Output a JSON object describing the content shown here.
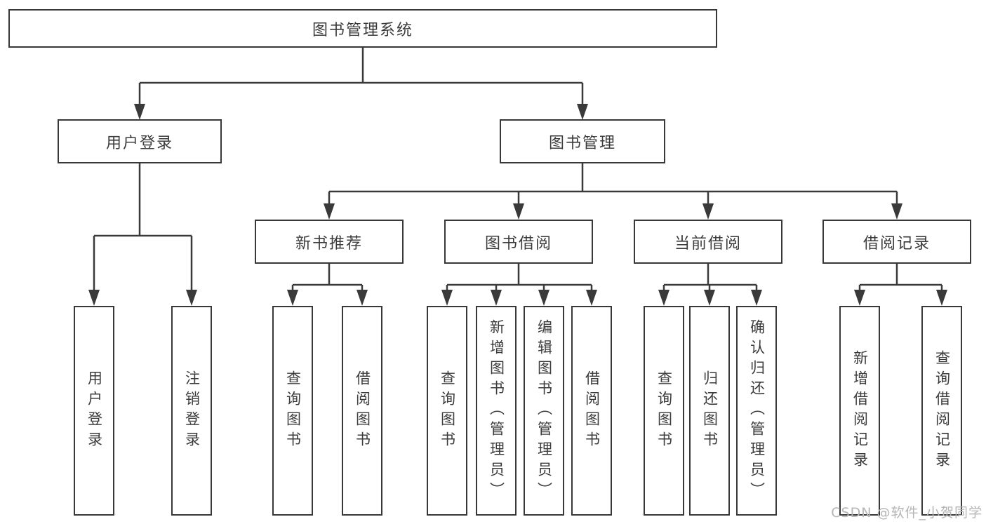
{
  "diagram": {
    "title": "图书管理系统",
    "type": "functional-structure-tree"
  },
  "nodes": {
    "root": "图书管理系统",
    "user_login": "用户登录",
    "book_mgmt": "图书管理",
    "new_book_rec": "新书推荐",
    "book_borrow": "图书借阅",
    "current_borrow": "当前借阅",
    "borrow_records": "借阅记录",
    "ul_login": "用户登录",
    "ul_logout": "注销登录",
    "nb_query": "查询图书",
    "nb_borrow": "借阅图书",
    "bb_query": "查询图书",
    "bb_add": "新增图书（管理员）",
    "bb_edit": "编辑图书（管理员）",
    "bb_borrow": "借阅图书",
    "cb_query": "查询图书",
    "cb_return": "归还图书",
    "cb_confirm": "确认归还（管理员）",
    "br_add": "新增借阅记录",
    "br_query": "查询借阅记录"
  },
  "hierarchy": {
    "label": "图书管理系统",
    "children": [
      {
        "label": "用户登录",
        "children": [
          {
            "label": "用户登录"
          },
          {
            "label": "注销登录"
          }
        ]
      },
      {
        "label": "图书管理",
        "children": [
          {
            "label": "新书推荐",
            "children": [
              {
                "label": "查询图书"
              },
              {
                "label": "借阅图书"
              }
            ]
          },
          {
            "label": "图书借阅",
            "children": [
              {
                "label": "查询图书"
              },
              {
                "label": "新增图书（管理员）"
              },
              {
                "label": "编辑图书（管理员）"
              },
              {
                "label": "借阅图书"
              }
            ]
          },
          {
            "label": "当前借阅",
            "children": [
              {
                "label": "查询图书"
              },
              {
                "label": "归还图书"
              },
              {
                "label": "确认归还（管理员）"
              }
            ]
          },
          {
            "label": "借阅记录",
            "children": [
              {
                "label": "新增借阅记录"
              },
              {
                "label": "查询借阅记录"
              }
            ]
          }
        ]
      }
    ]
  },
  "watermark": "CSDN @软件_小贺同学",
  "colors": {
    "box_border": "#383838",
    "line": "#3a3a3a",
    "text": "#3b3b3b",
    "watermark_text": "#b5b5b5",
    "background": "#ffffff"
  }
}
